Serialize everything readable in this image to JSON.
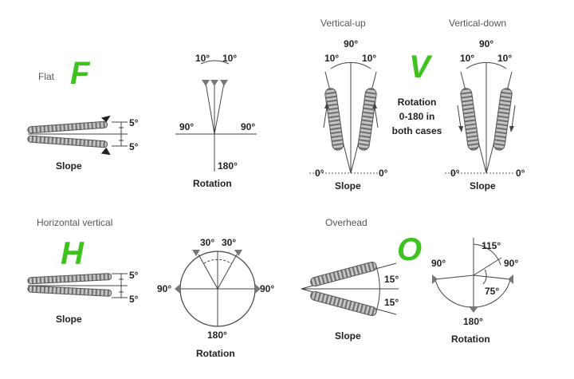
{
  "colors": {
    "letter_green": "#3ec21f",
    "line": "#444444",
    "bead_fill": "#b8b8b8",
    "bead_dark": "#6a6a6a",
    "marker": "#777777"
  },
  "positions": {
    "flat": {
      "title": "Flat",
      "letter": "F",
      "slope_caption": "Slope",
      "slope_angle_top": "5°",
      "slope_angle_bottom": "5°",
      "rotation_caption": "Rotation",
      "rot_left_small": "10°",
      "rot_right_small": "10°",
      "rot_left": "90°",
      "rot_right": "90°",
      "rot_bottom": "180°"
    },
    "vertical_up": {
      "title": "Vertical-up",
      "top_angle": "90°",
      "left_angle": "10°",
      "right_angle": "10°",
      "base_left": "0°",
      "base_right": "0°",
      "caption": "Slope"
    },
    "vertical_center": {
      "letter": "V",
      "note_line1": "Rotation",
      "note_line2": "0-180 in",
      "note_line3": "both cases"
    },
    "vertical_down": {
      "title": "Vertical-down",
      "top_angle": "90°",
      "left_angle": "10°",
      "right_angle": "10°",
      "base_left": "0°",
      "base_right": "0°",
      "caption": "Slope"
    },
    "horizontal": {
      "title": "Horizontal vertical",
      "letter": "H",
      "slope_caption": "Slope",
      "slope_angle_top": "5°",
      "slope_angle_bottom": "5°",
      "rotation_caption": "Rotation",
      "rot_left_small": "30°",
      "rot_right_small": "30°",
      "rot_left": "90°",
      "rot_right": "90°",
      "rot_bottom": "180°"
    },
    "overhead": {
      "title": "Overhead",
      "letter": "O",
      "slope_caption": "Slope",
      "slope_angle_top": "15°",
      "slope_angle_bottom": "15°",
      "rotation_caption": "Rotation",
      "rot_top": "115°",
      "rot_left": "90°",
      "rot_right": "90°",
      "rot_inner": "75°",
      "rot_bottom": "180°"
    }
  }
}
